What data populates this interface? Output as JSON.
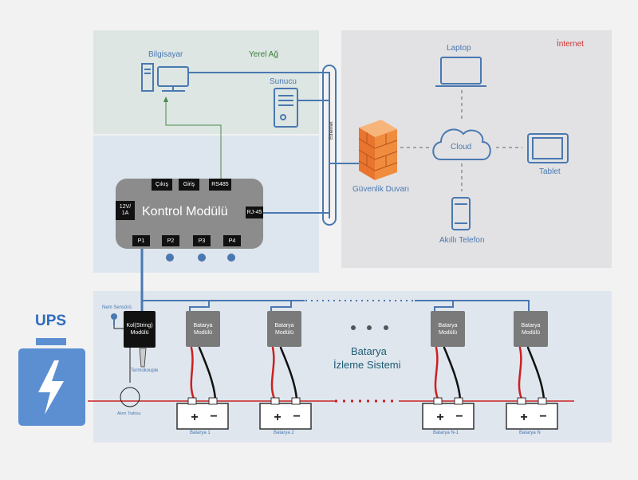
{
  "lan": {
    "title": "Yerel Ağ",
    "computer": "Bilgisayar",
    "server": "Sunucu",
    "ethernet": "Ethernet"
  },
  "internet": {
    "title": "İnternet",
    "laptop": "Laptop",
    "cloud": "Cloud",
    "tablet": "Tablet",
    "phone": "Akıllı Telefon",
    "firewall": "Güvenlik Duvarı"
  },
  "control": {
    "title": "Kontrol Modülü",
    "ports_top": [
      "Çıkış",
      "Giriş",
      "RS485"
    ],
    "power": "12V/ 1A",
    "rj45": "RJ-45",
    "ports_bottom": [
      "P1",
      "P2",
      "P3",
      "P4"
    ]
  },
  "battery_system": {
    "title_line1": "Batarya",
    "title_line2": "İzleme Sistemi",
    "humidity_sensor": "Nem Sensörü",
    "string_module": "Kol(String) Modülü",
    "thermocouple": "Termokouple",
    "current_transformer": "Akım Trafosu",
    "module_label": "Batarya Modülü",
    "batteries": [
      "Batarya 1",
      "Batarya 2",
      "Batarya N-1",
      "Batarya N"
    ]
  },
  "ups": {
    "label": "UPS"
  },
  "colors": {
    "line": "#4a78b0",
    "accent_red": "#cc2020",
    "lan_bg": "#dde6e3",
    "internet_title": "#cc3333"
  }
}
